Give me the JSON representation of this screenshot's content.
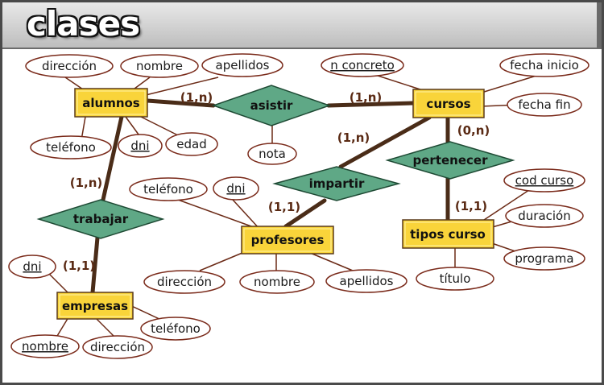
{
  "title": "clases",
  "colors": {
    "entity_fill": "#f9d43a",
    "entity_border": "#5a3a1a",
    "relation_fill": "#5fa886",
    "attr_border": "#7a2a1a",
    "link_line": "#6b2a16",
    "thick_line": "#4a2c18",
    "cardinality": "#5a2a14"
  },
  "entities": {
    "alumnos": "alumnos",
    "cursos": "cursos",
    "profesores": "profesores",
    "tipos_curso": "tipos curso",
    "empresas": "empresas"
  },
  "relationships": {
    "asistir": "asistir",
    "impartir": "impartir",
    "pertenecer": "pertenecer",
    "trabajar": "trabajar"
  },
  "attributes": {
    "alumnos_direccion": "dirección",
    "alumnos_nombre": "nombre",
    "alumnos_apellidos": "apellidos",
    "alumnos_telefono": "teléfono",
    "alumnos_dni": "dni",
    "alumnos_edad": "edad",
    "asistir_nota": "nota",
    "cursos_n_concreto": "n concreto",
    "cursos_fecha_inicio": "fecha inicio",
    "cursos_fecha_fin": "fecha fin",
    "profesores_telefono": "teléfono",
    "profesores_dni": "dni",
    "profesores_direccion": "dirección",
    "profesores_nombre": "nombre",
    "profesores_apellidos": "apellidos",
    "tipos_cod_curso": "cod curso",
    "tipos_duracion": "duración",
    "tipos_programa": "programa",
    "tipos_titulo": "título",
    "empresas_dni": "dni",
    "empresas_telefono": "teléfono",
    "empresas_nombre": "nombre",
    "empresas_direccion": "dirección"
  },
  "cardinalities": {
    "alumnos_asistir": "(1,n)",
    "asistir_cursos": "(1,n)",
    "cursos_impartir": "(1,n)",
    "cursos_pertenecer": "(0,n)",
    "alumnos_trabajar": "(1,n)",
    "impartir_profesores": "(1,1)",
    "pertenecer_tipos": "(1,1)",
    "trabajar_empresas": "(1,1)"
  }
}
